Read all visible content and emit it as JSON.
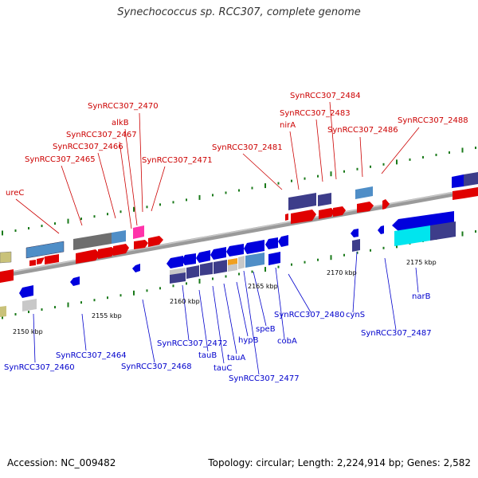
{
  "title": "Synechococcus sp. RCC307, complete genome",
  "footer": {
    "accession": "Accession: NC_009482",
    "summary": "Topology: circular; Length: 2,224,914 bp; Genes: 2,582"
  },
  "colors": {
    "top_label": "#cc0000",
    "bottom_label": "#0000cc",
    "backbone": "#8a8a8a",
    "tick": "#1a7a1a"
  },
  "scale_labels": [
    "2150 kbp",
    "2155 kbp",
    "2160 kbp",
    "2165 kbp",
    "2170 kbp",
    "2175 kbp"
  ],
  "top_labels": [
    "SynRCC307_2470",
    "alkB",
    "SynRCC307_2467",
    "SynRCC307_2466",
    "SynRCC307_2465",
    "ureC",
    "SynRCC307_2471",
    "SynRCC307_2484",
    "SynRCC307_2483",
    "nirA",
    "SynRCC307_2486",
    "SynRCC307_2488",
    "SynRCC307_2481"
  ],
  "bottom_labels": [
    "SynRCC307_2460",
    "SynRCC307_2464",
    "SynRCC307_2468",
    "SynRCC307_2472",
    "tauB",
    "tauC",
    "tauA",
    "hypB",
    "speB",
    "SynRCC307_2477",
    "cobA",
    "SynRCC307_2480",
    "cynS",
    "SynRCC307_2487",
    "narB"
  ]
}
